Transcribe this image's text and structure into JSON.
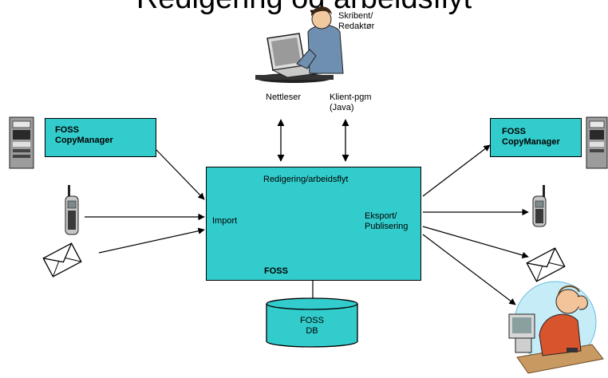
{
  "title": "Redigering og arbeidsflyt",
  "writer": {
    "label": "Skribent/\nRedaktør"
  },
  "client_labels": {
    "browser": "Nettleser",
    "program": "Klient-pgm\n(Java)"
  },
  "left_copymanager": {
    "label": "FOSS\nCopyManager"
  },
  "right_copymanager": {
    "label": "FOSS\nCopyManager"
  },
  "main_box": {
    "title": "Redigering/arbeidsflyt",
    "import_label": "Import",
    "export_label": "Eksport/\nPublisering",
    "foss_label": "FOSS"
  },
  "database": {
    "label": "FOSS\nDB"
  },
  "colors": {
    "box_fill": "#33CCCC",
    "db_fill": "#33CCCC",
    "stroke": "#000000"
  },
  "icons": [
    "server-icon",
    "mobile-phone-icon",
    "envelope-icon",
    "gear-icon",
    "person-at-computer-icon",
    "reader-at-computer-icon"
  ]
}
